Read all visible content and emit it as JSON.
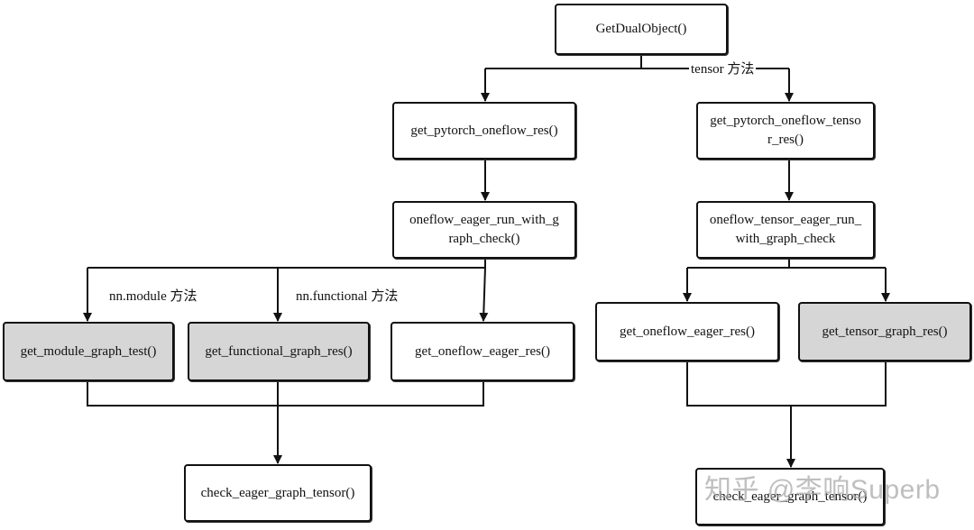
{
  "nodes": {
    "root": "GetDualObject()",
    "left_res": "get_pytorch_oneflow_res()",
    "right_res_line1": "get_pytorch_oneflow_tenso",
    "right_res_line2": "r_res()",
    "left_check_line1": "oneflow_eager_run_with_g",
    "left_check_line2": "raph_check()",
    "right_check_line1": "oneflow_tensor_eager_run_",
    "right_check_line2": "with_graph_check",
    "module_graph": "get_module_graph_test()",
    "functional_graph": "get_functional_graph_res()",
    "left_eager": "get_oneflow_eager_res()",
    "right_eager": "get_oneflow_eager_res()",
    "tensor_graph": "get_tensor_graph_res()",
    "left_check_tensor": "check_eager_graph_tensor()",
    "right_check_tensor": "check_eager_graph_tensor()"
  },
  "edge_labels": {
    "tensor_method": "tensor 方法",
    "module_method": "nn.module 方法",
    "functional_method": "nn.functional 方法"
  },
  "watermark": "知乎 @李响Superb",
  "colors": {
    "shaded_fill": "#d6d6d6",
    "stroke": "#111111"
  }
}
